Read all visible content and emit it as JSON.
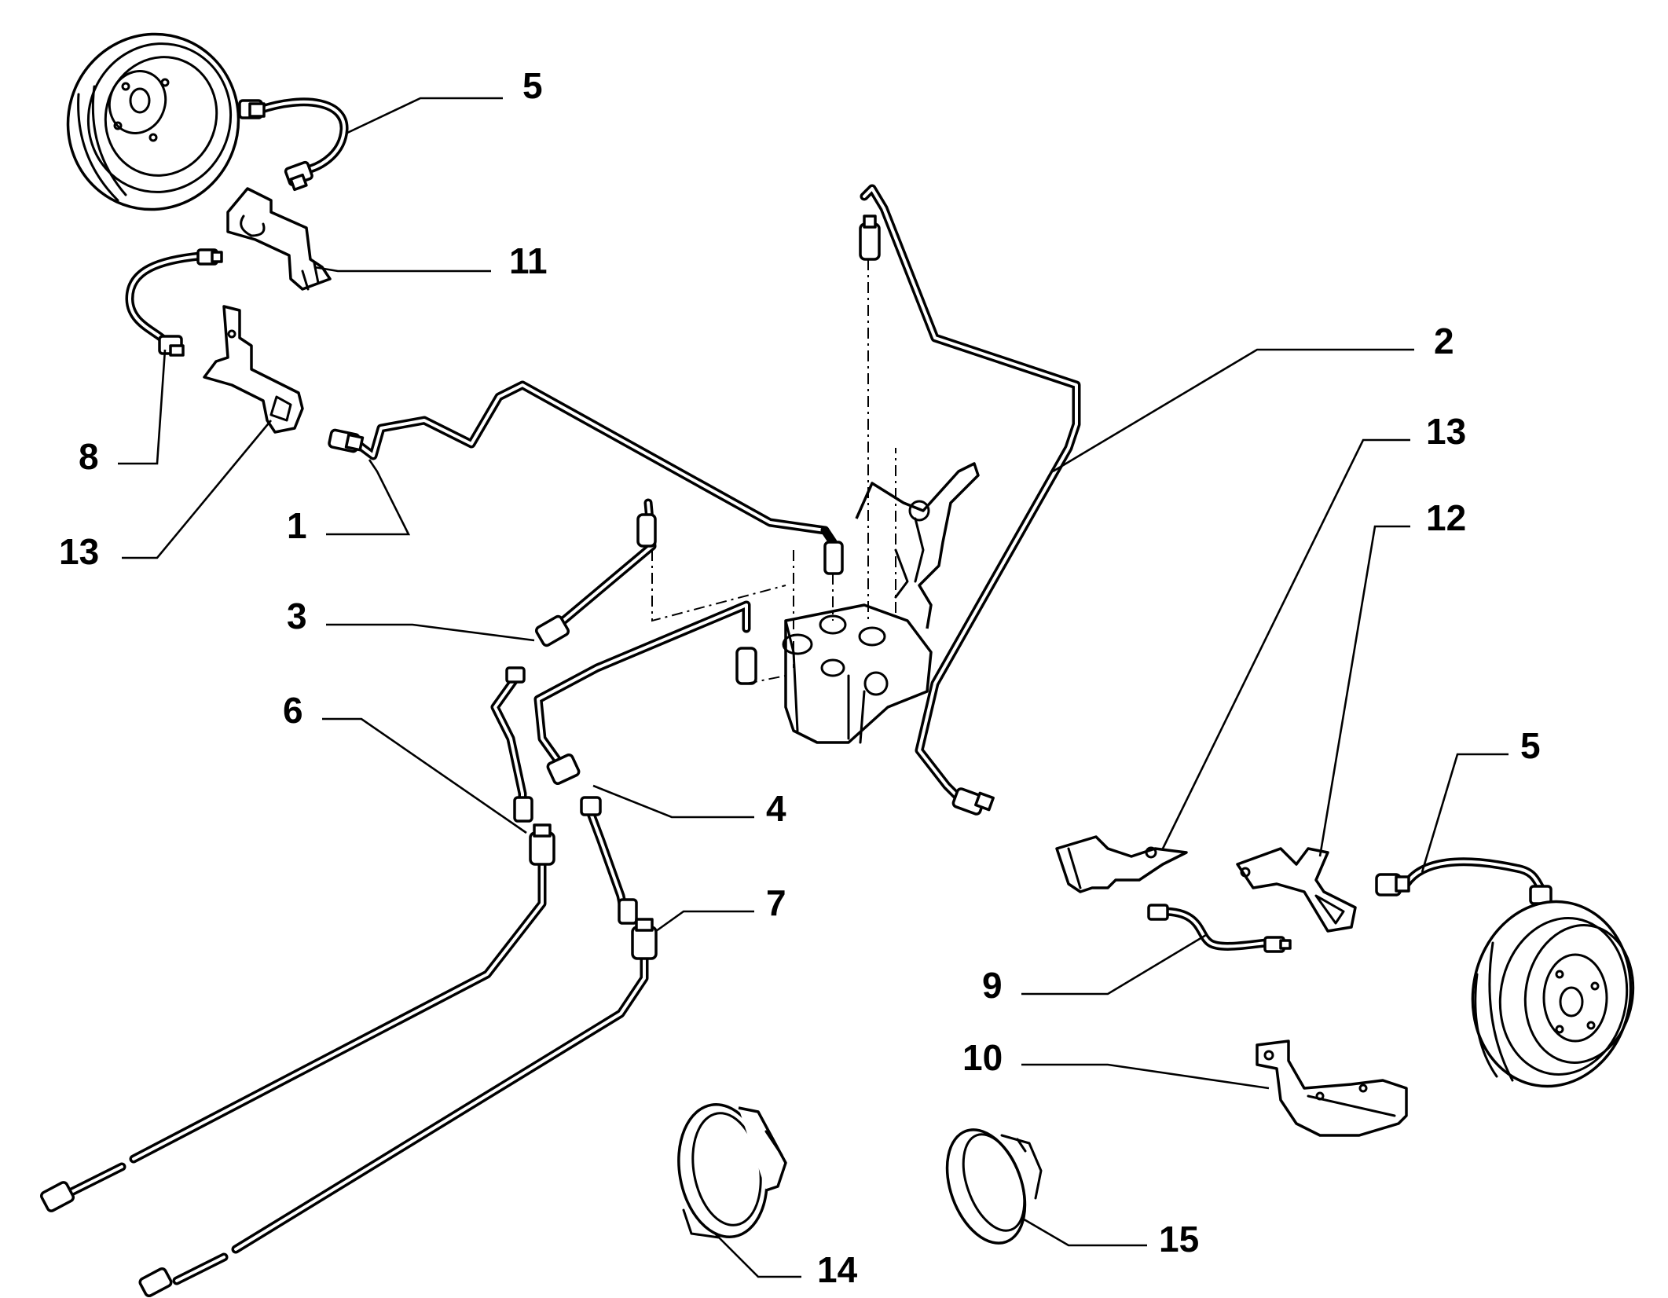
{
  "labels": {
    "p1": "1",
    "p2": "2",
    "p3": "3",
    "p4": "4",
    "p5_top": "5",
    "p5_right": "5",
    "p6": "6",
    "p7": "7",
    "p8": "8",
    "p9": "9",
    "p10": "10",
    "p11": "11",
    "p12": "12",
    "p13_left": "13",
    "p13_right": "13",
    "p14": "14",
    "p15": "15"
  }
}
